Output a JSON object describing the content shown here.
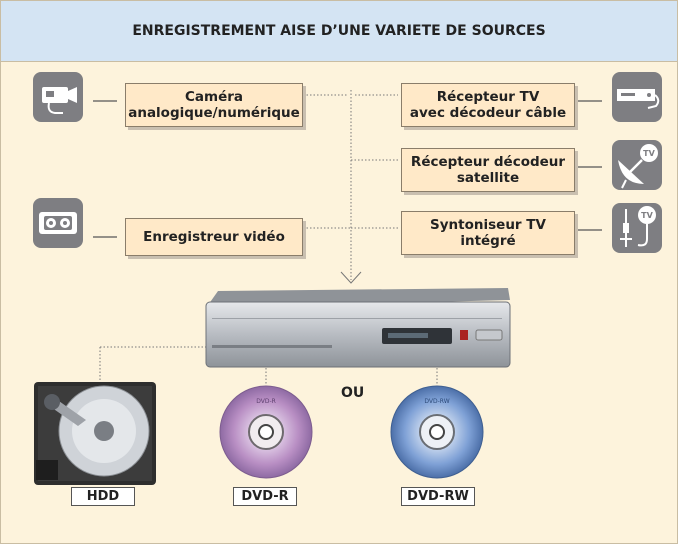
{
  "title": "ENREGISTREMENT AISE D’UNE VARIETE DE SOURCES",
  "sources_left": [
    {
      "line1": "Caméra",
      "line2": "analogique/numérique",
      "icon": "video-camera-icon"
    },
    {
      "line1": "Enregistreur vidéo",
      "line2": "",
      "icon": "videocassette-icon"
    }
  ],
  "sources_right": [
    {
      "line1": "Récepteur TV",
      "line2": "avec décodeur câble",
      "icon": "cable-receiver-icon"
    },
    {
      "line1": "Récepteur décodeur",
      "line2": "satellite",
      "icon": "satellite-dish-tv-icon"
    },
    {
      "line1": "Syntoniseur TV",
      "line2": "intégré",
      "icon": "antenna-tv-icon"
    }
  ],
  "separator": "OU",
  "media": [
    {
      "label": "HDD"
    },
    {
      "label": "DVD-R"
    },
    {
      "label": "DVD-RW"
    }
  ],
  "disc_text": {
    "dvdr_top": "DVD-R",
    "dvdrw_top": "DVD-RW"
  },
  "colors": {
    "background": "#fdf3dc",
    "header": "#d4e4f3",
    "label_box": "#ffe9c8",
    "icon_tile": "#7e7e82",
    "dvdr_disc": "#b98fc4",
    "dvdrw_disc": "#7fa1d6"
  }
}
